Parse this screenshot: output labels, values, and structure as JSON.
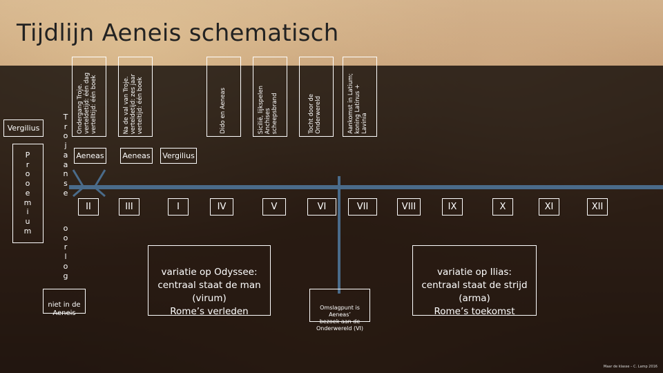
{
  "title": "Tijdlijn Aeneis schematisch",
  "left_column": {
    "vergilius": "Vergilius",
    "prooemium_letters": [
      "P",
      "r",
      "o",
      "o",
      "e",
      "m",
      "i",
      "u",
      "m"
    ],
    "trojaanse_letters": [
      "T",
      "r",
      "o",
      "j",
      "a",
      "a",
      "n",
      "s",
      "e"
    ],
    "oorlog_letters": [
      "o",
      "o",
      "r",
      "l",
      "o",
      "g"
    ],
    "niet_in_de_aeneis": "niet in de\nAeneis"
  },
  "top_boxes": [
    {
      "text": "Ondergang Troje.\nverteldetijd: één dag\nvertelltijd: één boek"
    },
    {
      "text": "Na de val van Troje.\nverteldetijd: zes jaar\nverteltijd: één boek"
    },
    {
      "text": "Dido en Aeneas"
    },
    {
      "text": "Sicilië, lijkspelen\nAnchises\nscheepsbrand"
    },
    {
      "text": "Tocht door de\nOnderwereld"
    },
    {
      "text": "Aankomst in Latium;\nkoning Latinus +\nLavinia"
    }
  ],
  "narrators": [
    {
      "text": "Aeneas"
    },
    {
      "text": "Aeneas"
    },
    {
      "text": "Vergilius"
    }
  ],
  "books": [
    "II",
    "III",
    "I",
    "IV",
    "V",
    "VI",
    "VII",
    "VIII",
    "IX",
    "X",
    "XI",
    "XII"
  ],
  "notes": {
    "odyssee": "variatie op Odyssee:\ncentraal staat de man\n(virum)\nRome’s verleden",
    "omslagpunt": "Omslagpunt is Aeneas’\nbezoek aan de\nOnderwereld (VI)",
    "ilias": "variatie op Ilias:\ncentraal staat de strijd\n(arma)\nRome’s toekomst"
  },
  "footer": "Maar de klasse – C. Lamp 2016",
  "colors": {
    "timeline": "#4a6b8a",
    "text": "#ffffff"
  }
}
